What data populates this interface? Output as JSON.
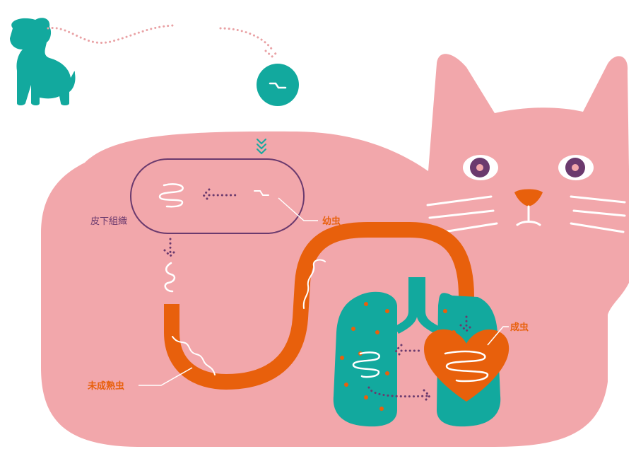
{
  "labels": {
    "subcutaneous_tissue": "皮下組織",
    "larva": "幼虫",
    "adult_worm": "成虫",
    "immature_worm": "未成熟虫"
  },
  "colors": {
    "cat_body": "#f2a7ab",
    "teal": "#12a99e",
    "orange": "#e8600c",
    "purple": "#6b3a6e",
    "mosquito_dots": "#e9a1a4",
    "white": "#ffffff"
  },
  "icons": [
    "dog-icon",
    "mosquito-bite-icon",
    "cat-icon",
    "lungs-icon",
    "heart-icon"
  ]
}
